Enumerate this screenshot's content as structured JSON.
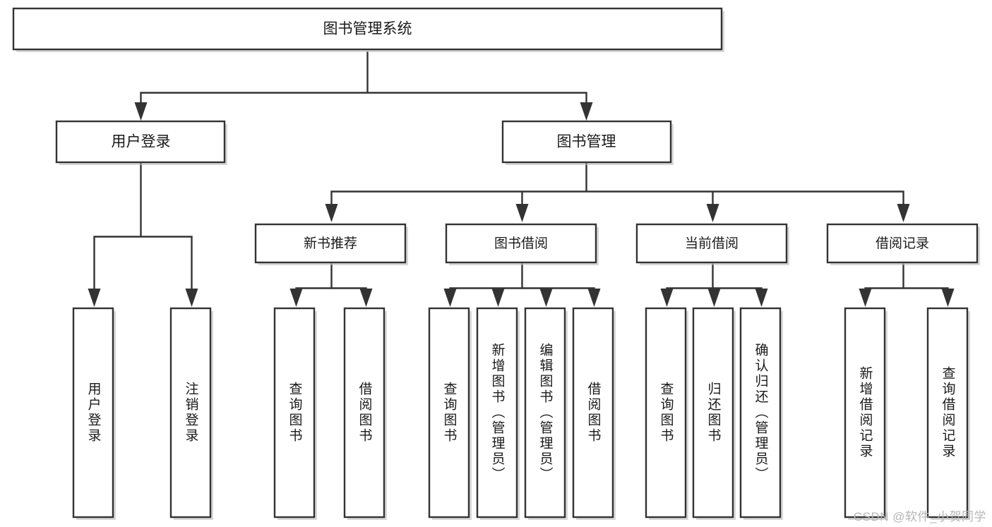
{
  "diagram": {
    "type": "tree",
    "title": "图书管理系统",
    "orientation": "top-down",
    "colors": {
      "stroke": "#333333",
      "fill": "#ffffff",
      "text": "#1a1a1a",
      "shadow": "#b8b8b8",
      "watermark": "#b5b5b5",
      "background": "#ffffff"
    },
    "root": {
      "id": "root",
      "label": "图书管理系统"
    },
    "level1": [
      {
        "id": "user-login",
        "label": "用户登录"
      },
      {
        "id": "book-manage",
        "label": "图书管理"
      }
    ],
    "level2": [
      {
        "id": "new-book-rec",
        "label": "新书推荐",
        "parent": "book-manage"
      },
      {
        "id": "book-borrow",
        "label": "图书借阅",
        "parent": "book-manage"
      },
      {
        "id": "current-borrow",
        "label": "当前借阅",
        "parent": "book-manage"
      },
      {
        "id": "borrow-record",
        "label": "借阅记录",
        "parent": "book-manage"
      }
    ],
    "leaves": [
      {
        "id": "leaf-user-login",
        "label": "用户登录",
        "parent": "user-login"
      },
      {
        "id": "leaf-logout",
        "label": "注销登录",
        "parent": "user-login"
      },
      {
        "id": "leaf-query-book-1",
        "label": "查询图书",
        "parent": "new-book-rec"
      },
      {
        "id": "leaf-borrow-book-1",
        "label": "借阅图书",
        "parent": "new-book-rec"
      },
      {
        "id": "leaf-query-book-2",
        "label": "查询图书",
        "parent": "book-borrow"
      },
      {
        "id": "leaf-add-book",
        "label": "新增图书（管理员）",
        "parent": "book-borrow"
      },
      {
        "id": "leaf-edit-book",
        "label": "编辑图书（管理员）",
        "parent": "book-borrow"
      },
      {
        "id": "leaf-borrow-book-2",
        "label": "借阅图书",
        "parent": "book-borrow"
      },
      {
        "id": "leaf-query-book-3",
        "label": "查询图书",
        "parent": "current-borrow"
      },
      {
        "id": "leaf-return-book",
        "label": "归还图书",
        "parent": "current-borrow"
      },
      {
        "id": "leaf-confirm-return",
        "label": "确认归还（管理员）",
        "parent": "current-borrow"
      },
      {
        "id": "leaf-add-record",
        "label": "新增借阅记录",
        "parent": "borrow-record"
      },
      {
        "id": "leaf-query-record",
        "label": "查询借阅记录",
        "parent": "borrow-record"
      }
    ]
  },
  "watermark": {
    "text": "CSDN @软件_小贺同学"
  }
}
